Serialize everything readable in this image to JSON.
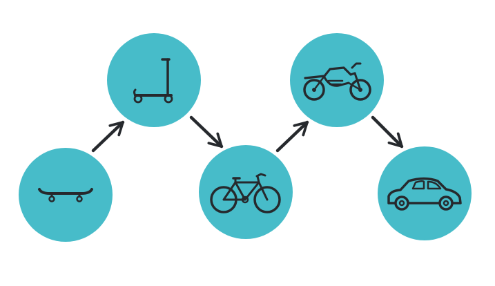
{
  "colors": {
    "background": "#ffffff",
    "circle_fill": "#47bcc9",
    "icon_stroke": "#26292d",
    "arrow_stroke": "#26292d"
  },
  "nodes": [
    {
      "id": "skateboard",
      "icon": "skateboard-icon"
    },
    {
      "id": "kick-scooter",
      "icon": "kick-scooter-icon"
    },
    {
      "id": "bicycle",
      "icon": "bicycle-icon"
    },
    {
      "id": "motorcycle",
      "icon": "motorcycle-icon"
    },
    {
      "id": "car",
      "icon": "car-icon"
    }
  ],
  "edges": [
    {
      "from": "skateboard",
      "to": "kick-scooter",
      "direction": "up"
    },
    {
      "from": "kick-scooter",
      "to": "bicycle",
      "direction": "down"
    },
    {
      "from": "bicycle",
      "to": "motorcycle",
      "direction": "up"
    },
    {
      "from": "motorcycle",
      "to": "car",
      "direction": "down"
    }
  ]
}
